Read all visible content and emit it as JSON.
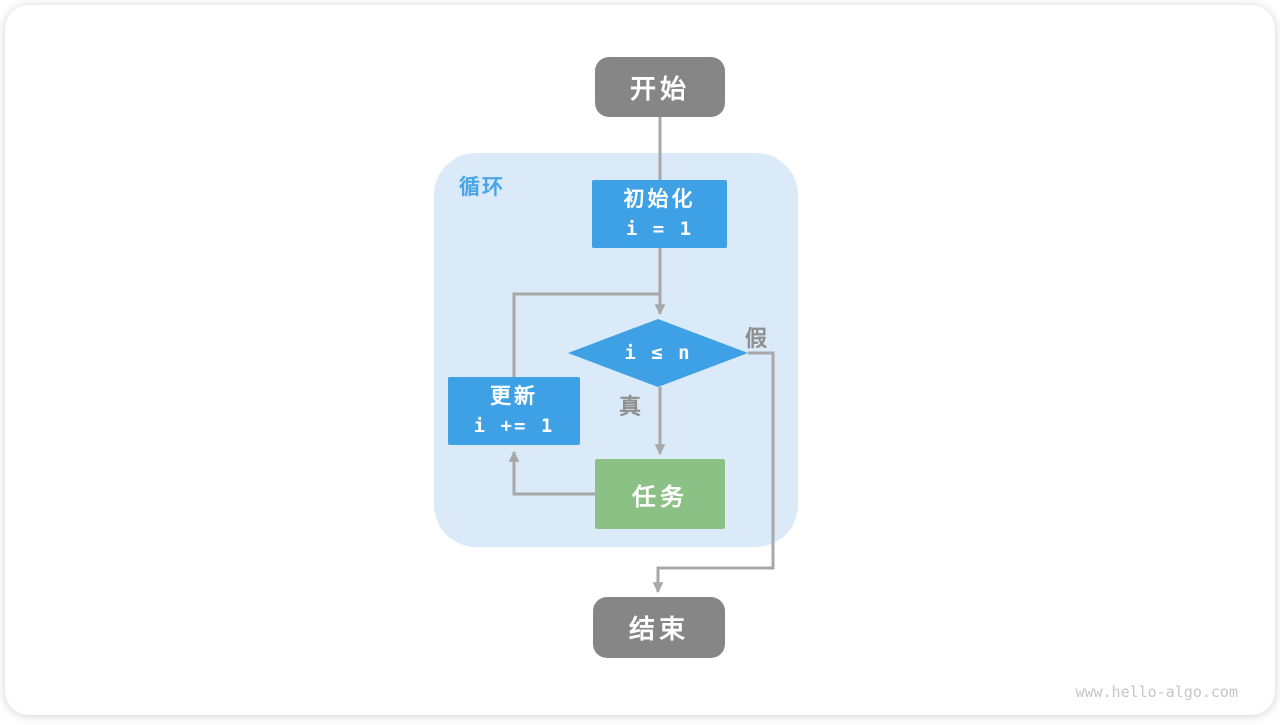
{
  "colors": {
    "box_gray": "#868686",
    "box_blue": "#3EA1E5",
    "box_green": "#8BC184",
    "loop_bg": "#DAEAF8",
    "loop_label": "#49A5E6",
    "edge": "#A8A8A8",
    "edge_label": "#8F8F8F",
    "watermark": "#C6C6C6",
    "text_light": "#FFFFFF"
  },
  "flowchart": {
    "loop_label": "循环",
    "nodes": {
      "start": {
        "label": "开始"
      },
      "init": {
        "title": "初始化",
        "code": "i = 1"
      },
      "condition": {
        "label": "i ≤ n"
      },
      "update": {
        "title": "更新",
        "code": "i += 1"
      },
      "task": {
        "label": "任务"
      },
      "end": {
        "label": "结束"
      }
    },
    "edge_labels": {
      "true": "真",
      "false": "假"
    }
  },
  "footer": {
    "watermark": "www.hello-algo.com"
  }
}
